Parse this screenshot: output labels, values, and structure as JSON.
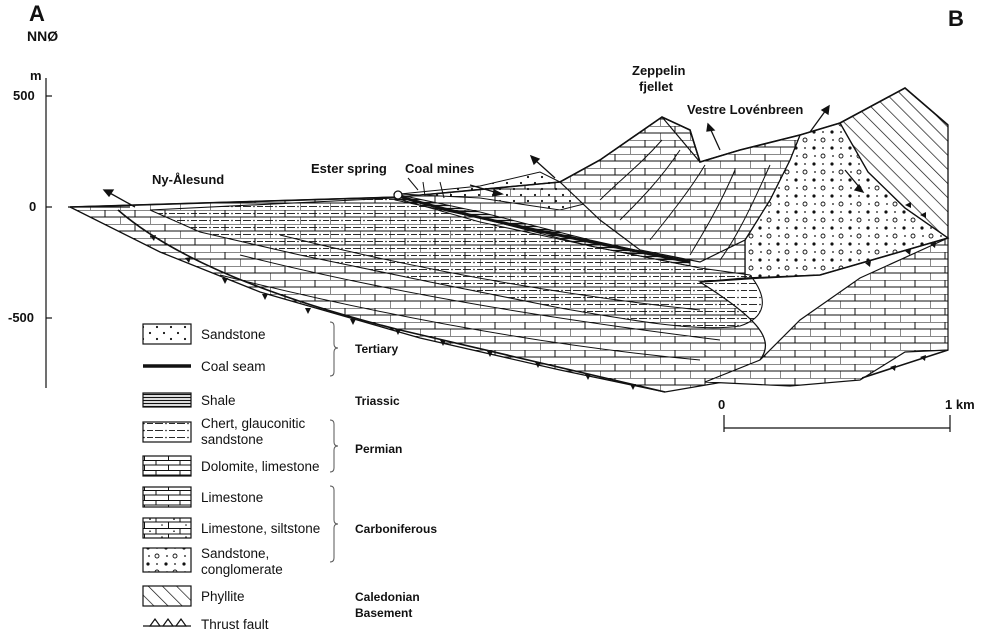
{
  "section": {
    "end_left": "A",
    "end_right": "B",
    "direction": "NNØ"
  },
  "axis": {
    "unit": "m",
    "ticks": [
      "500",
      "0",
      "-500"
    ]
  },
  "places": {
    "ny_alesund": "Ny-Ålesund",
    "ester_spring": "Ester spring",
    "coal_mines": "Coal mines",
    "zeppelin": [
      "Zeppelin",
      "fjellet"
    ],
    "vestre_lovenbreen": "Vestre Lovénbreen"
  },
  "scale": {
    "start": "0",
    "end": "1 km"
  },
  "legend": [
    {
      "pattern": "sandstone-dots",
      "label": [
        "Sandstone"
      ]
    },
    {
      "pattern": "coal-seam",
      "label": [
        "Coal seam"
      ]
    },
    {
      "pattern": "shale",
      "label": [
        "Shale"
      ]
    },
    {
      "pattern": "chert",
      "label": [
        "Chert, glauconitic",
        "sandstone"
      ]
    },
    {
      "pattern": "dolomite",
      "label": [
        "Dolomite, limestone"
      ]
    },
    {
      "pattern": "limestone",
      "label": [
        "Limestone"
      ]
    },
    {
      "pattern": "limestone-siltstone",
      "label": [
        "Limestone, siltstone"
      ]
    },
    {
      "pattern": "conglomerate",
      "label": [
        "Sandstone,",
        "conglomerate"
      ]
    },
    {
      "pattern": "phyllite",
      "label": [
        "Phyllite"
      ]
    },
    {
      "pattern": "thrust-fault",
      "label": [
        "Thrust fault"
      ]
    }
  ],
  "ages": {
    "tertiary": "Tertiary",
    "triassic": "Triassic",
    "permian": "Permian",
    "carboniferous": "Carboniferous",
    "caledonian": [
      "Caledonian",
      "Basement"
    ]
  },
  "colors": {
    "ink": "#111111",
    "paper": "#ffffff"
  }
}
